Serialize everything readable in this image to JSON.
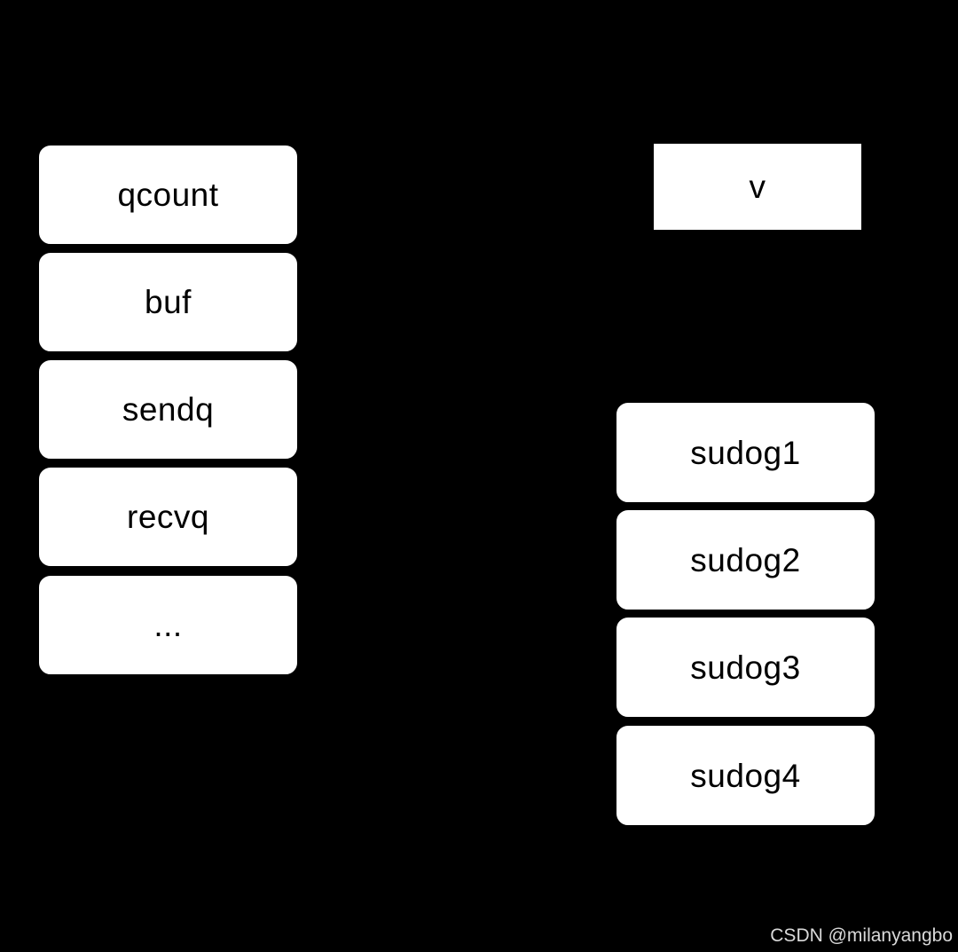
{
  "diagram": {
    "background_color": "#000000",
    "node_fill_color": "#ffffff",
    "node_text_color": "#000000",
    "hchan_fields": [
      {
        "label": "qcount"
      },
      {
        "label": "buf"
      },
      {
        "label": "sendq"
      },
      {
        "label": "recvq"
      },
      {
        "label": "..."
      }
    ],
    "value_box": {
      "label": "v"
    },
    "sudog_list": [
      {
        "label": "sudog1"
      },
      {
        "label": "sudog2"
      },
      {
        "label": "sudog3"
      },
      {
        "label": "sudog4"
      }
    ],
    "watermark": {
      "text": "CSDN @milanyangbo",
      "color": "#d9d9d9"
    }
  }
}
